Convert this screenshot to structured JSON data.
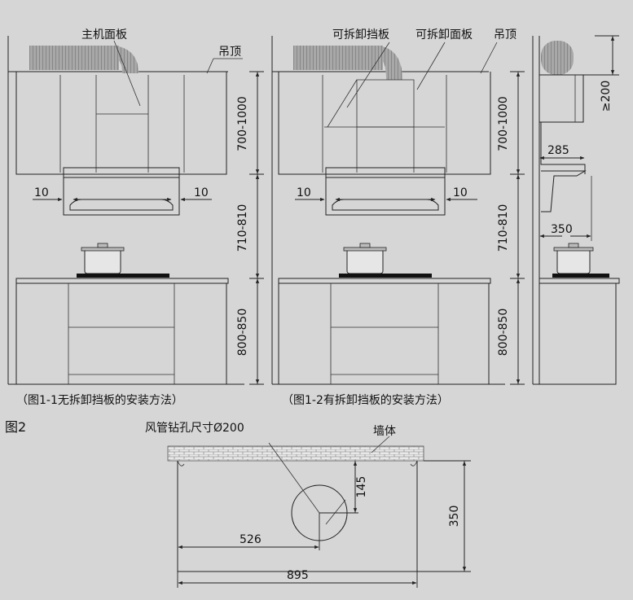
{
  "figure1_1": {
    "label_main_panel": "主机面板",
    "label_ceiling": "吊顶",
    "dim_upper": "700-1000",
    "dim_middle": "710-810",
    "dim_lower": "800-850",
    "gap_left": "10",
    "gap_right": "10",
    "caption": "（图1-1无拆卸挡板的安装方法）"
  },
  "figure1_2": {
    "label_removable_baffle": "可拆卸挡板",
    "label_removable_panel": "可拆卸面板",
    "label_ceiling": "吊顶",
    "dim_upper": "700-1000",
    "dim_middle": "710-810",
    "dim_lower": "800-850",
    "gap_left": "10",
    "gap_right": "10",
    "caption": "（图1-2有拆卸挡板的安装方法）"
  },
  "side_view": {
    "dim_top": "≥200",
    "dim_depth_upper": "285",
    "dim_depth_lower": "350"
  },
  "figure2": {
    "title": "图2",
    "label_hole": "风管钻孔尺寸Ø200",
    "label_wall": "墙体",
    "dim_145": "145",
    "dim_350": "350",
    "dim_526": "526",
    "dim_895": "895"
  }
}
